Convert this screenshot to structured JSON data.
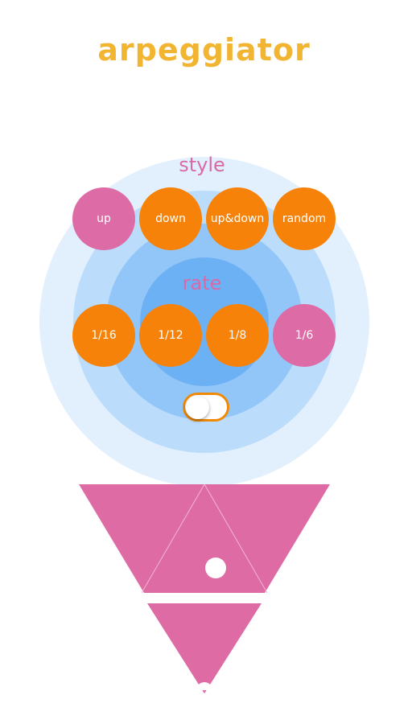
{
  "app": {
    "title": "arpeggiator"
  },
  "style_section": {
    "label": "style",
    "options": [
      {
        "label": "up",
        "selected": true
      },
      {
        "label": "down",
        "selected": false
      },
      {
        "label": "up&down",
        "selected": false
      },
      {
        "label": "random",
        "selected": false
      }
    ]
  },
  "rate_section": {
    "label": "rate",
    "options": [
      {
        "label": "1/16",
        "selected": false
      },
      {
        "label": "1/12",
        "selected": false
      },
      {
        "label": "1/8",
        "selected": false
      },
      {
        "label": "1/6",
        "selected": true
      }
    ]
  },
  "toggle": {
    "on": false
  },
  "colors": {
    "title": "#f2b531",
    "label": "#d96aa6",
    "selected": "#dd6ba6",
    "unselected": "#f6820a",
    "ring1": "#e2f0fd",
    "ring2": "#bbdcfb",
    "ring3": "#93c6f8",
    "ring4": "#6db1f5",
    "pad": "#de6ba4"
  }
}
